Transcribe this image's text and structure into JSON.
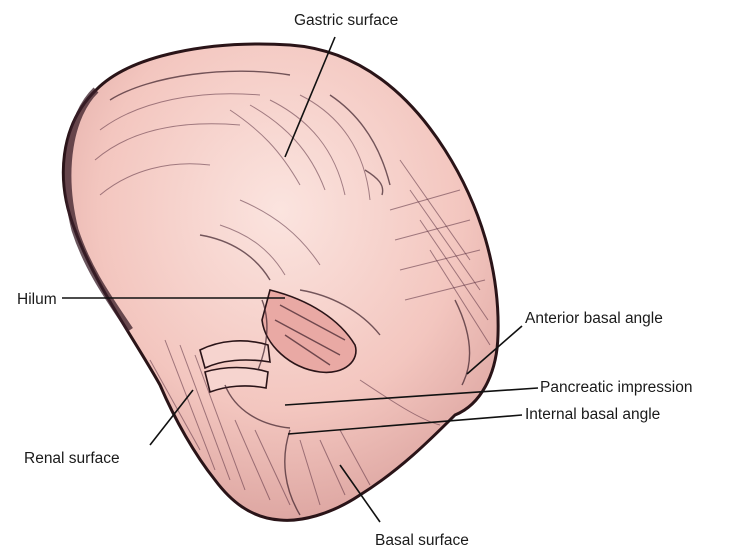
{
  "labels": {
    "gastric_surface": "Gastric surface",
    "hilum": "Hilum",
    "anterior_basal_angle": "Anterior basal angle",
    "pancreatic_impression": "Pancreatic impression",
    "internal_basal_angle": "Internal basal angle",
    "renal_surface": "Renal surface",
    "basal_surface": "Basal surface"
  },
  "colors": {
    "organ_fill": "#f3c6bf",
    "organ_light": "#f8dcd6",
    "organ_shade": "#c98f8c",
    "outline": "#2a1418"
  }
}
